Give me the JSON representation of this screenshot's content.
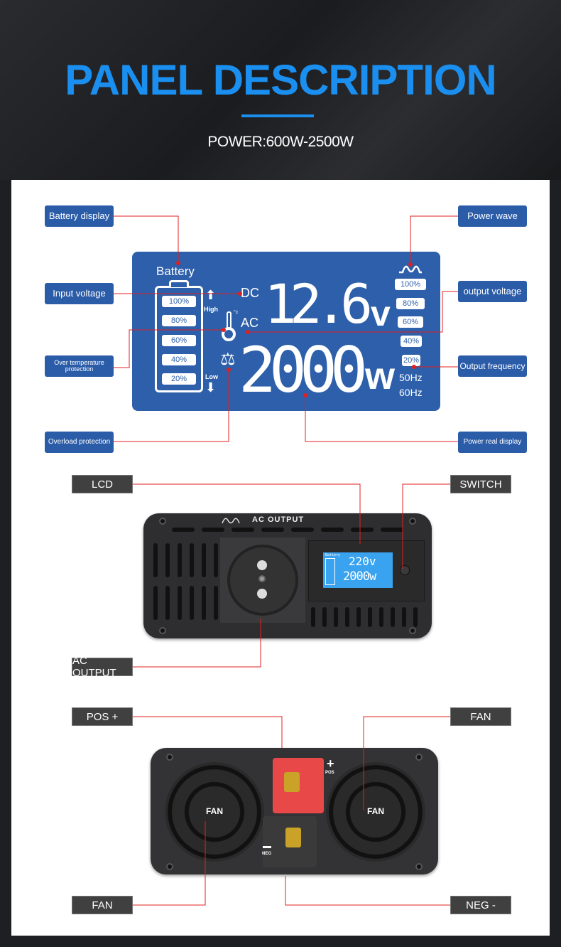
{
  "header": {
    "title": "PANEL DESCRIPTION",
    "subtitle": "POWER:600W-2500W"
  },
  "lcd_callouts": {
    "battery_display": "Battery display",
    "input_voltage": "Input voltage",
    "over_temperature": "Over temperature protection",
    "overload": "Overload protection",
    "power_wave": "Power wave",
    "output_voltage": "output voltage",
    "output_frequency": "Output frequency",
    "power_real_display": "Power real display"
  },
  "lcd": {
    "battery_label": "Battery",
    "battery_levels": [
      "100%",
      "80%",
      "60%",
      "40%",
      "20%"
    ],
    "high": "High",
    "low": "Low",
    "temp_unit": "°c",
    "dc": "DC",
    "ac": "AC",
    "voltage": "12.6",
    "voltage_unit": "v",
    "power": "2000",
    "power_unit": "w",
    "wave_levels": [
      "100%",
      "80%",
      "60%",
      "40%",
      "20%"
    ],
    "freq_50": "50Hz",
    "freq_60": "60Hz"
  },
  "front": {
    "labels": {
      "lcd": "LCD",
      "switch": "SWITCH",
      "ac_output": "AC OUTPUT"
    },
    "panel_text": "AC OUTPUT",
    "mini_lcd": {
      "battery": "Battery",
      "voltage": "220v",
      "power": "2000w"
    }
  },
  "rear": {
    "labels": {
      "pos": "POS +",
      "fan_right": "FAN",
      "fan_left": "FAN",
      "neg": "NEG -"
    },
    "fan_text": "FAN",
    "pos_text": "POS",
    "neg_text": "NEG"
  },
  "colors": {
    "title_blue": "#1a8ff0",
    "callout_blue": "#2b5ca8",
    "lcd_blue": "#2d5faa",
    "line_red": "#e02020"
  }
}
